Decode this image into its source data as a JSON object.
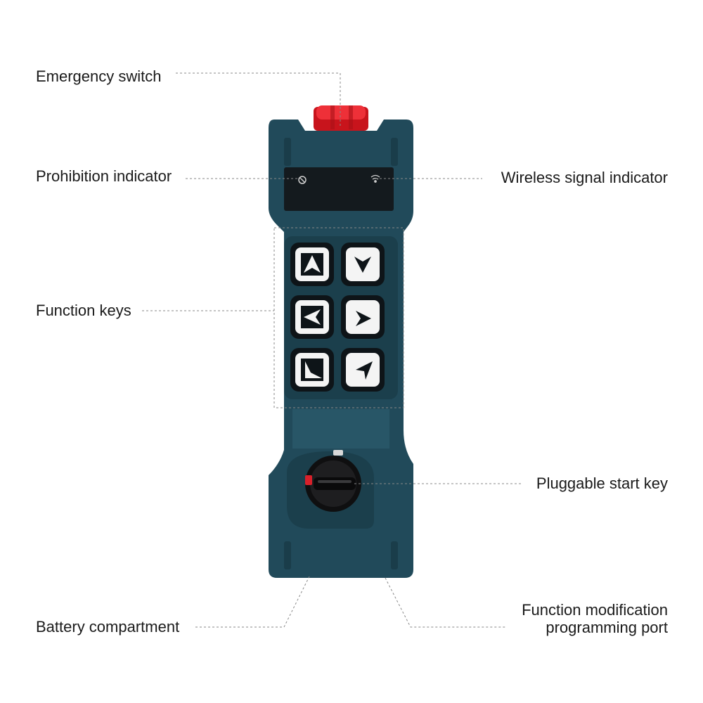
{
  "labels": {
    "emergency_switch": "Emergency switch",
    "prohibition_indicator": "Prohibition indicator",
    "wireless_signal_indicator": "Wireless signal indicator",
    "function_keys": "Function keys",
    "pluggable_start_key": "Pluggable start key",
    "battery_compartment": "Battery compartment",
    "programming_port_line1": "Function modification",
    "programming_port_line2": "programming port"
  },
  "colors": {
    "body": "#214a5a",
    "body_dark": "#1a3d4a",
    "display": "#141a1e",
    "emergency_button": "#e8202a",
    "key_face": "#f4f4f4",
    "key_frame": "#0e1418",
    "callout_line": "#888888"
  },
  "icons": [
    "arrow-up-icon",
    "arrow-down-icon",
    "arrow-left-icon",
    "arrow-right-icon",
    "arrow-diagonal-down-right-icon",
    "arrow-diagonal-up-right-icon",
    "wifi-icon",
    "prohibition-icon",
    "key-icon"
  ]
}
